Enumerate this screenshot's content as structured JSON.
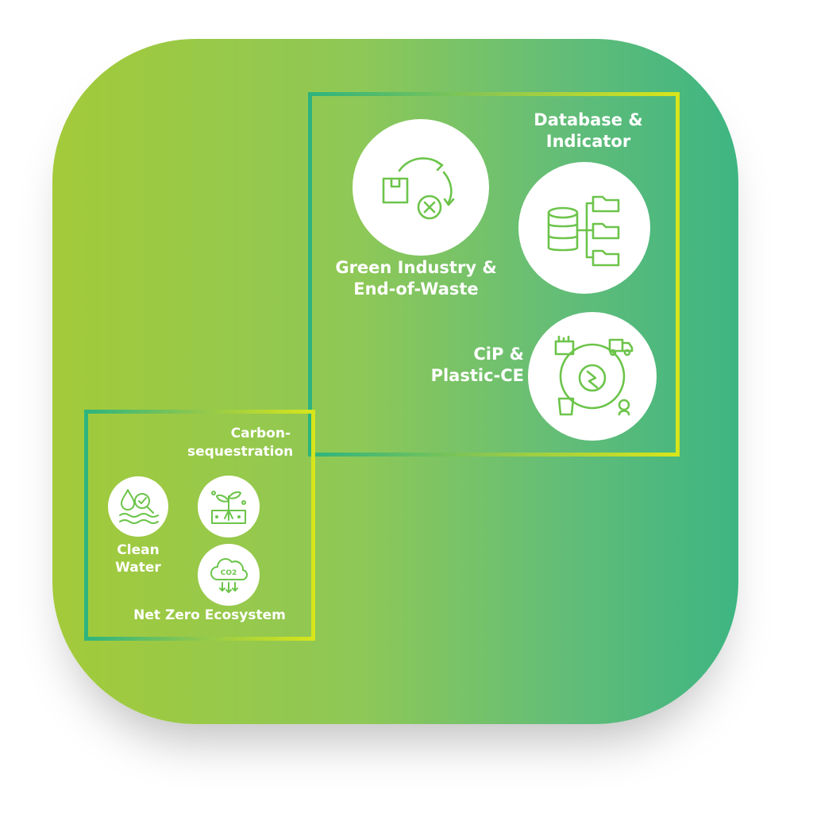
{
  "labels": {
    "database": [
      "Database &",
      "Indicator"
    ],
    "green_industry": [
      "Green Industry &",
      "End-of-Waste"
    ],
    "cip": [
      "CiP &",
      "Plastic-CE"
    ],
    "carbon": [
      "Carbon-",
      "sequestration"
    ],
    "clean_water": [
      "Clean",
      "Water"
    ],
    "net_zero": "Net Zero Ecosystem",
    "co2": "CO2"
  },
  "icons": {
    "green_industry": "recycle-box-icon",
    "database": "database-folders-icon",
    "cip": "circular-economy-icon",
    "clean_water": "water-drop-magnifier-icon",
    "carbon": "plant-soil-icon",
    "net_zero": "co2-cloud-icon"
  },
  "colors": {
    "icon_stroke": "#6cc44a",
    "tile_left": "#a3ca3a",
    "tile_right": "#3eb582",
    "frame_accent": "#d7e51a"
  }
}
